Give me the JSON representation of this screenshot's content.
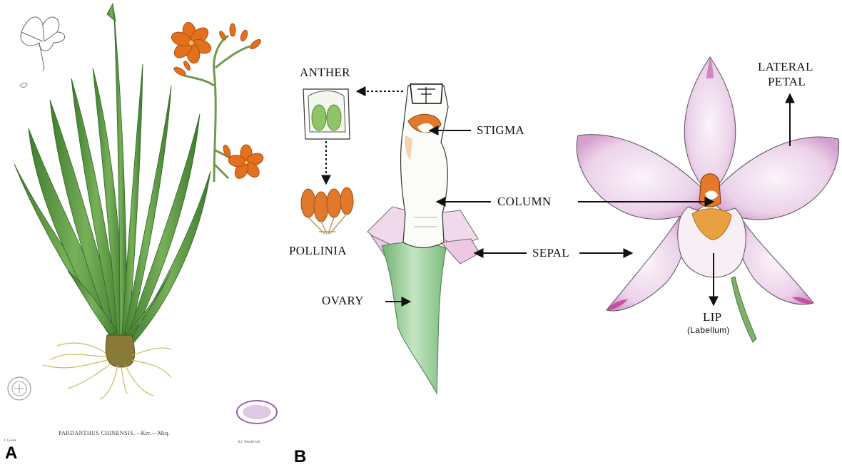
{
  "panels": {
    "a": "A",
    "b": "B"
  },
  "illustration": {
    "caption": "PARDANTHUS CHINENSIS.—Ker.—Miq.",
    "artist_left": "J. Goode",
    "artist_right": "A.J. Wendel lith"
  },
  "labels": {
    "anther": "ANTHER",
    "pollinia": "POLLINIA",
    "stigma": "STIGMA",
    "column": "COLUMN",
    "sepal": "SEPAL",
    "ovary": "OVARY",
    "lateral_petal_1": "LATERAL",
    "lateral_petal_2": "PETAL",
    "lip": "LIP",
    "labellum": "(Labellum)"
  },
  "colors": {
    "leaf": "#4f8f3a",
    "flower_orange": "#e2701e",
    "petal_pink": "#d9a8d2",
    "ovary_green": "#8fc68f",
    "stigma_orange": "#e07a2a"
  }
}
